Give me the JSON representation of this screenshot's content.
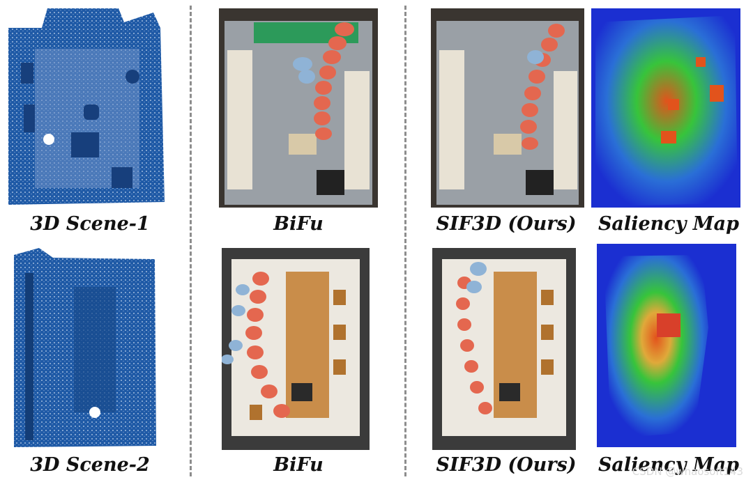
{
  "figure": {
    "rows": [
      {
        "captions": [
          "3D Scene-1",
          "BiFu",
          "SIF3D (Ours)",
          "Saliency Map"
        ]
      },
      {
        "captions": [
          "3D Scene-2",
          "BiFu",
          "SIF3D (Ours)",
          "Saliency Map"
        ]
      }
    ],
    "watermark": "CSDN @whaosoft143"
  },
  "colors": {
    "point_cloud": "#1f5aa6",
    "human_pred_red": "#e4674f",
    "human_pred_blue": "#8fb3d6",
    "saliency_low": "#1b2fd1",
    "saliency_mid": "#37c43b",
    "saliency_high": "#e2531c",
    "divider": "#8d8d8d"
  },
  "icons": [
    "point-cloud-image",
    "room-render-image",
    "saliency-heatmap-image"
  ]
}
